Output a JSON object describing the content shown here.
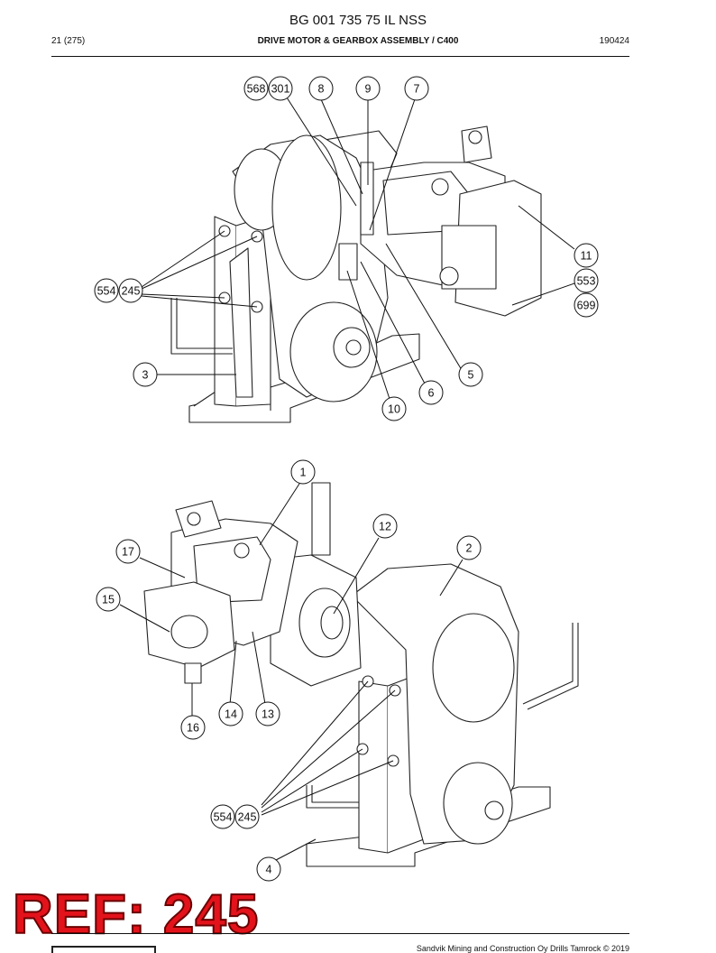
{
  "header": {
    "document_number": "BG 001 735 75 IL NSS",
    "page": "21 (275)",
    "section_title": "DRIVE MOTOR & GEARBOX ASSEMBLY / C400",
    "date_code": "190424"
  },
  "footer": {
    "copyright": "Sandvik Mining and Construction Oy Drills Tamrock © 2019"
  },
  "stamp": {
    "text": "REF: 245",
    "color": "#e3131b"
  },
  "callouts": {
    "top": [
      "568",
      "301",
      "8",
      "9",
      "7",
      "11",
      "553",
      "699",
      "554",
      "245",
      "3",
      "5",
      "6",
      "10"
    ],
    "bottom": [
      "1",
      "12",
      "2",
      "17",
      "15",
      "14",
      "13",
      "16",
      "554",
      "245",
      "4"
    ]
  }
}
